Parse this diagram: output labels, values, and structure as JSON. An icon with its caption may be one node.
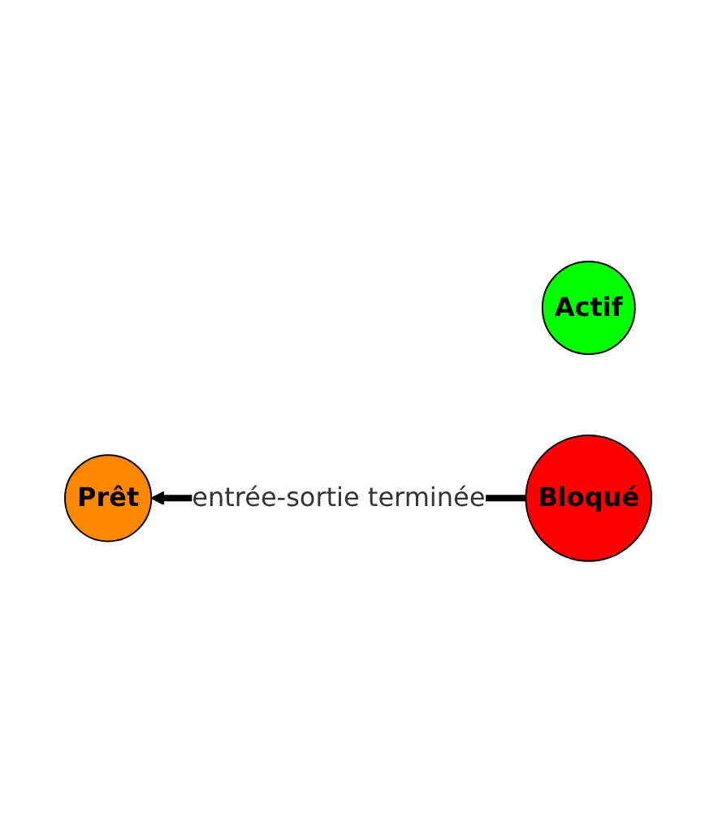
{
  "diagram": {
    "nodes": [
      {
        "text": [
          "Actif"
        ]
      },
      {
        "text": [
          "Prêt"
        ]
      },
      {
        "text": [
          "Bloqué"
        ]
      }
    ],
    "edges": [
      {
        "from": 2,
        "to": 1,
        "arrow": "to",
        "label": "entrée-sortie terminée"
      }
    ]
  }
}
